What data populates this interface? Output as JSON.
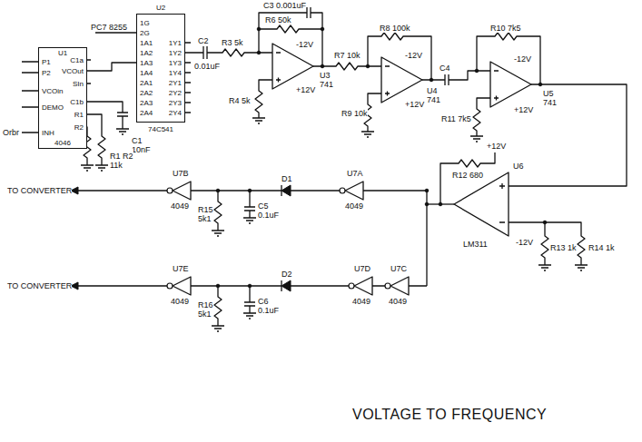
{
  "diagram": {
    "title": "VOLTAGE TO FREQUENCY",
    "nodes": [
      {
        "text": [
          "U1",
          "P1",
          "P2",
          "VCOin",
          "DEMO",
          "INH",
          "C1a",
          "VCOut",
          "SIn",
          "C1b",
          "R1",
          "R2",
          "4046"
        ]
      },
      {
        "text": [
          "U2",
          "1G",
          "2G",
          "1A1",
          "1A2",
          "1A3",
          "1A4",
          "2A1",
          "2A2",
          "2A3",
          "2A4",
          "1Y1",
          "1Y2",
          "1Y3",
          "1Y4",
          "2Y1",
          "2Y2",
          "2Y3",
          "2Y4",
          "74C541"
        ]
      }
    ],
    "edges": [
      {
        "from": 0,
        "to": 1,
        "arrow": "none"
      }
    ],
    "labels": [
      "PC7 8255",
      "Orbr",
      "C1",
      "10nF",
      "R1 R2",
      "11k",
      "C2",
      "0.01uF",
      "R3 5k",
      "C3 0.001uF",
      "R6 50k",
      "-12V",
      "+12V",
      "U3",
      "741",
      "R4 5k",
      "R7 10k",
      "R8 100k",
      "-12V",
      "+12V",
      "U4",
      "741",
      "R9 10k",
      "C4",
      "R10 7k5",
      "-12V",
      "+12V",
      "U5",
      "741",
      "R11 7k5",
      "U6",
      "LM311",
      "R12 680",
      "+12V",
      "-12V",
      "R13 1k",
      "R14 1k",
      "U7A",
      "4049",
      "D1",
      "C5",
      "0.1uF",
      "R15",
      "5k1",
      "U7B",
      "4049",
      "TO CONVERTER",
      "U7C",
      "4049",
      "U7D",
      "4049",
      "D2",
      "C6",
      "0.1uF",
      "R16",
      "5k1",
      "U7E",
      "4049",
      "TO CONVERTER"
    ]
  }
}
